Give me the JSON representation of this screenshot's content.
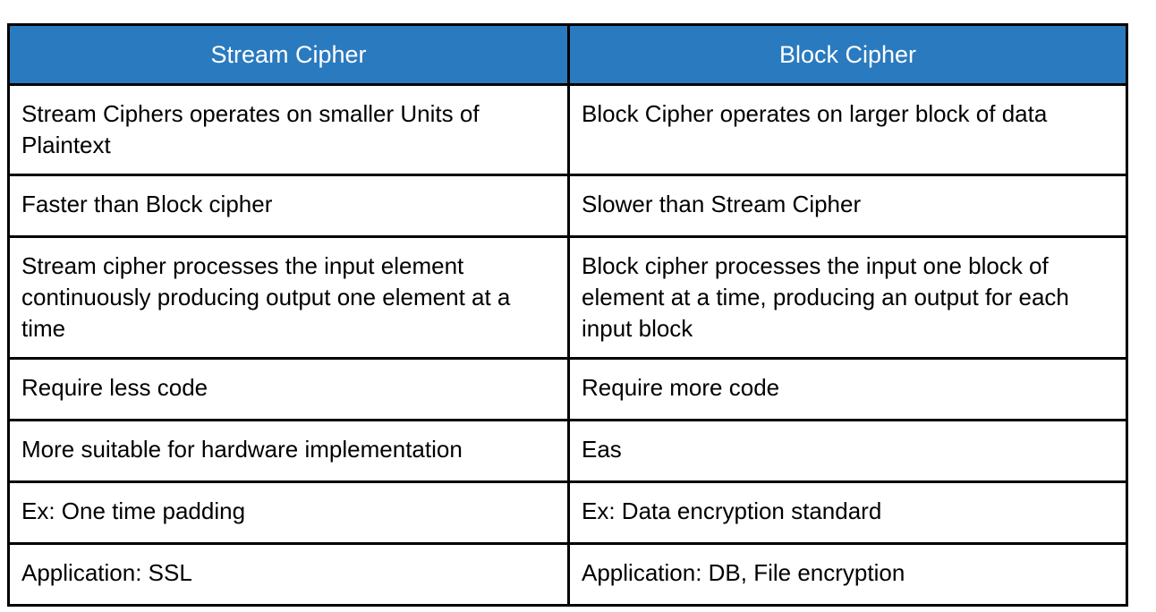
{
  "table": {
    "headers": [
      {
        "label": "Stream Cipher"
      },
      {
        "label": "Block Cipher"
      }
    ],
    "header_bg_color": "#2a7abf",
    "header_text_color": "#ffffff",
    "border_color": "#000000",
    "body_bg_color": "#ffffff",
    "body_text_color": "#000000",
    "rows": [
      {
        "lines": 2,
        "left": "Stream Ciphers operates on smaller Units of Plaintext",
        "right": "Block Cipher operates on larger block of data"
      },
      {
        "lines": 1,
        "left": "Faster than Block cipher",
        "right": "Slower than Stream Cipher"
      },
      {
        "lines": 3,
        "left": "Stream cipher processes the input element continuously producing output one element at a time",
        "right": "Block cipher processes the input one block of element at a time, producing an output for each input block"
      },
      {
        "lines": 1,
        "left": "Require less code",
        "right": "Require more code"
      },
      {
        "lines": 1,
        "left": "More suitable for hardware implementation",
        "right": "Eas"
      },
      {
        "lines": 1,
        "left": "Ex: One time padding",
        "right": "Ex: Data encryption standard"
      },
      {
        "lines": 1,
        "left": "Application: SSL",
        "right": "Application: DB, File encryption"
      }
    ]
  }
}
